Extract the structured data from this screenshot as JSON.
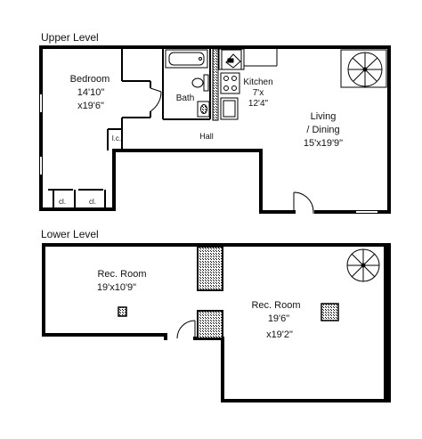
{
  "upper_level": {
    "heading": "Upper Level",
    "bedroom": {
      "name": "Bedroom",
      "dim_w": "14'10\"",
      "dim_l": "x19'6\""
    },
    "bath": {
      "name": "Bath"
    },
    "kitchen": {
      "name": "Kitchen",
      "dim_w": "7'x",
      "dim_l": "12'4\""
    },
    "living": {
      "name_1": "Living",
      "name_2": "/ Dining",
      "dims": "15'x19'9\""
    },
    "hall": {
      "name": "Hall"
    },
    "linen_closet": {
      "label": "l.c."
    },
    "closets": [
      {
        "label": "cl."
      },
      {
        "label": "cl."
      }
    ]
  },
  "lower_level": {
    "heading": "Lower Level",
    "rec_room_1": {
      "name": "Rec. Room",
      "dims": "19'x10'9\""
    },
    "rec_room_2": {
      "name": "Rec. Room",
      "dim_w": "19'6\"",
      "dim_l": "x19'2\""
    }
  }
}
